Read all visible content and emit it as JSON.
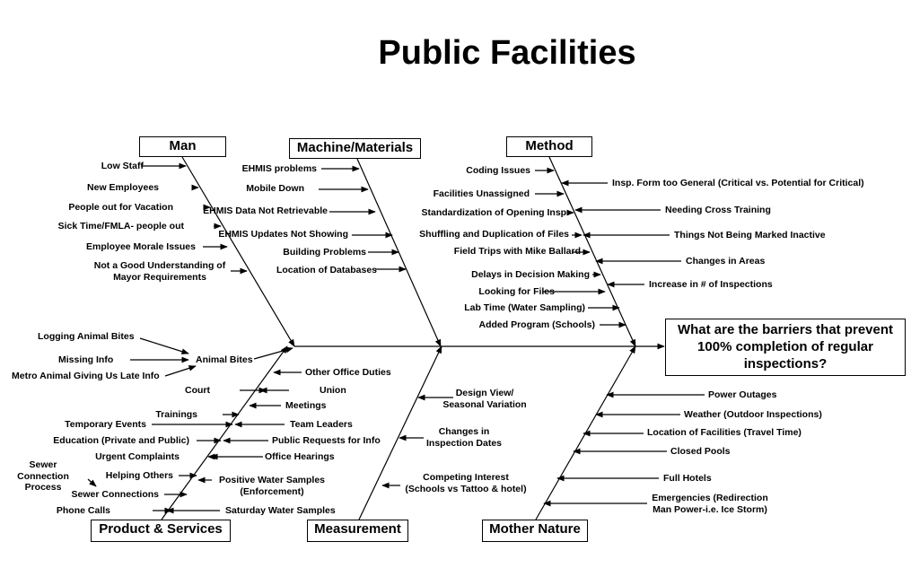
{
  "title": "Public Facilities",
  "effect": "What are the barriers that prevent\n100% completion of regular\ninspections?",
  "categories": {
    "man": "Man",
    "machine": "Machine/Materials",
    "method": "Method",
    "product": "Product & Services",
    "measurement": "Measurement",
    "nature": "Mother Nature"
  },
  "causes": {
    "man": [
      "Low Staff",
      "New Employees",
      "People out for Vacation",
      "Sick Time/FMLA- people out",
      "Employee Morale Issues",
      "Not a Good Understanding of\nMayor Requirements"
    ],
    "machine": [
      "EHMIS problems",
      "Mobile Down",
      "EHMIS Data Not Retrievable",
      "EHMIS Updates Not Showing",
      "Building Problems",
      "Location of Databases"
    ],
    "method_left": [
      "Coding Issues",
      "Facilities Unassigned",
      "Standardization of Opening Insp.",
      "Shuffling and Duplication of Files",
      "Field Trips with Mike Ballard",
      "Delays in Decision Making",
      "Looking for Files",
      "Lab Time (Water Sampling)",
      "Added Program (Schools)"
    ],
    "method_right": [
      "Insp. Form too General (Critical vs. Potential for Critical)",
      "Needing Cross Training",
      "Things Not Being Marked Inactive",
      "Changes in Areas",
      "Increase in # of Inspections"
    ],
    "animal": {
      "hub": "Animal Bites",
      "subs": [
        "Logging Animal Bites",
        "Missing Info",
        "Metro Animal Giving Us Late Info"
      ]
    },
    "product_right": [
      "Other Office Duties",
      "Union",
      "Meetings",
      "Team Leaders",
      "Public Requests for Info",
      "Office Hearings",
      "Positive Water Samples\n(Enforcement)",
      "Saturday Water Samples"
    ],
    "product_left": [
      "Court",
      "Trainings",
      "Temporary Events",
      "Education (Private and Public)",
      "Urgent Complaints",
      "Helping Others",
      "Sewer Connections",
      "Phone Calls"
    ],
    "sewer_process": "Sewer\nConnection\nProcess",
    "measurement": [
      "Design View/\nSeasonal Variation",
      "Changes in\nInspection Dates",
      "Competing Interest\n(Schools vs Tattoo & hotel)"
    ],
    "nature": [
      "Power Outages",
      "Weather (Outdoor Inspections)",
      "Location of Facilities (Travel Time)",
      "Closed Pools",
      "Full Hotels",
      "Emergencies (Redirection\nMan Power-i.e. Ice Storm)"
    ]
  }
}
